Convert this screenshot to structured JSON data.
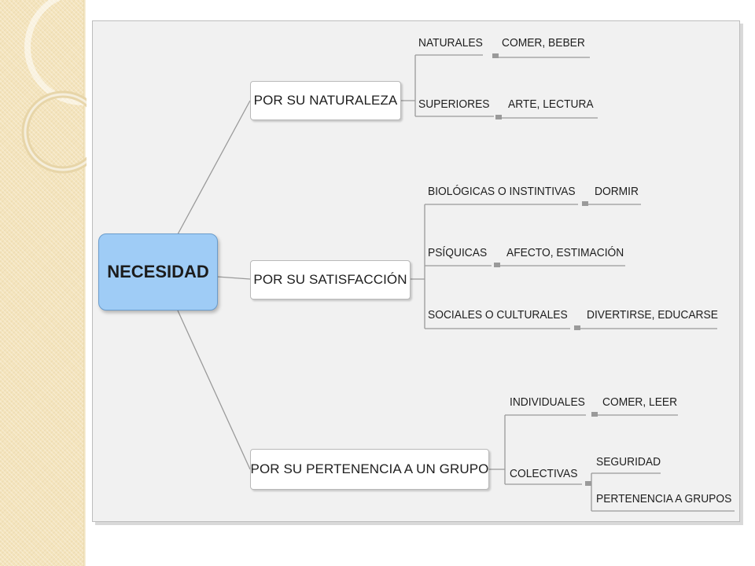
{
  "mindmap": {
    "root": "NECESIDAD",
    "branch_1": {
      "label": "POR SU NATURALEZA",
      "items": [
        {
          "label": "NATURALES",
          "example": "COMER, BEBER"
        },
        {
          "label": "SUPERIORES",
          "example": "ARTE, LECTURA"
        }
      ]
    },
    "branch_2": {
      "label": "POR SU SATISFACCIÓN",
      "items": [
        {
          "label": "BIOLÓGICAS O INSTINTIVAS",
          "example": "DORMIR"
        },
        {
          "label": "PSÍQUICAS",
          "example": "AFECTO, ESTIMACIÓN"
        },
        {
          "label": "SOCIALES O CULTURALES",
          "example": "DIVERTIRSE, EDUCARSE"
        }
      ]
    },
    "branch_3": {
      "label": "POR SU PERTENENCIA A UN GRUPO",
      "items": [
        {
          "label": "INDIVIDUALES",
          "example": "COMER, LEER"
        },
        {
          "label": "COLECTIVAS",
          "examples": [
            "SEGURIDAD",
            "PERTENENCIA A GRUPOS"
          ]
        }
      ]
    }
  },
  "colors": {
    "root_fill": "#9fccf6",
    "side_band": "#f4e4bd",
    "connector": "#9a9a9a"
  }
}
